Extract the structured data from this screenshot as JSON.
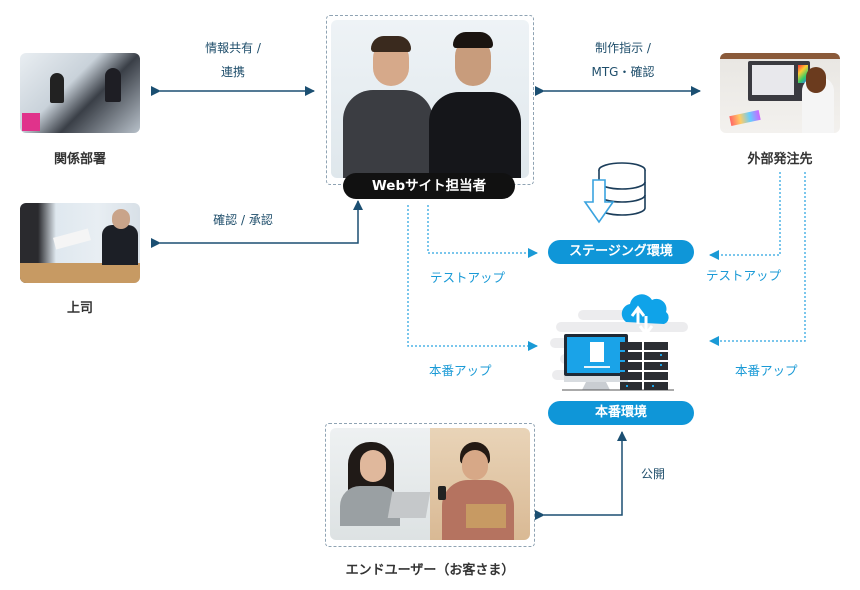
{
  "nodes": {
    "related_depts": {
      "label": "関係部署",
      "icon": "office-workers-photo"
    },
    "boss": {
      "label": "上司",
      "icon": "boss-meeting-photo"
    },
    "web_manager": {
      "label": "Webサイト担当者",
      "icon": "two-men-photo"
    },
    "outsourcer": {
      "label": "外部発注先",
      "icon": "designer-photo"
    },
    "staging": {
      "label": "ステージング環境",
      "icon": "database-download-icon"
    },
    "production": {
      "label": "本番環境",
      "icon": "server-cloud-icon"
    },
    "end_users": {
      "label": "エンドユーザー（お客さま）",
      "icon": "customers-photo"
    }
  },
  "edges": {
    "share": {
      "line1": "情報共有 /",
      "line2": "連携"
    },
    "instruct": {
      "line1": "制作指示 /",
      "line2": "MTG・確認"
    },
    "approve": {
      "label": "確認 / 承認"
    },
    "test_up_left": {
      "label": "テストアップ"
    },
    "test_up_right": {
      "label": "テストアップ"
    },
    "prod_up_left": {
      "label": "本番アップ"
    },
    "prod_up_right": {
      "label": "本番アップ"
    },
    "publish": {
      "label": "公開"
    }
  },
  "colors": {
    "arrow_dark": "#1b4f72",
    "arrow_blue": "#1a9ad6",
    "pill": "#0f96d8"
  }
}
